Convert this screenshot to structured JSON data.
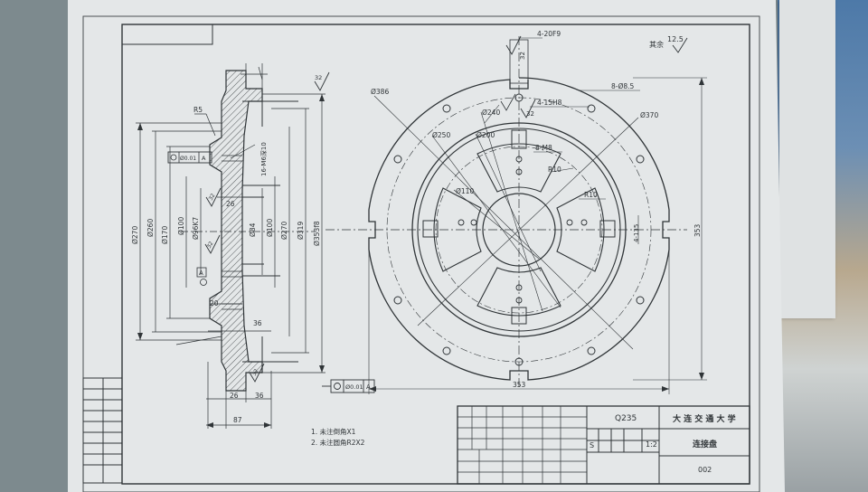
{
  "drawing": {
    "material": "Q235",
    "school": "大 连 交 通 大 学",
    "part_name": "连接盘",
    "drawing_no": "002",
    "scale": "1:2",
    "sheet_mark": "S",
    "roughness_other": "其余",
    "roughness_value": "12.5",
    "notes": [
      "1. 未注倒角X1",
      "2. 未注圆角R2X2"
    ]
  },
  "section_view": {
    "diameters": [
      "Ø270",
      "Ø260",
      "Ø170",
      "Ø100",
      "Ø96K7",
      "Ø84",
      "Ø100",
      "Ø270",
      "Ø319",
      "Ø353f8"
    ],
    "bolt_note": "16-M6深10",
    "lengths": [
      "26",
      "20",
      "36",
      "26",
      "36",
      "87"
    ],
    "radius": "R5",
    "tolerance_top": "Ø0.01",
    "tolerance_top_ref": "A",
    "tolerance_bottom": "Ø0.01",
    "tolerance_bottom_ref": "A",
    "datum": "A",
    "roughness": [
      "32",
      "32",
      "32",
      "32"
    ]
  },
  "front_view": {
    "labels": {
      "d386": "Ø386",
      "d250": "Ø250",
      "d240": "Ø240",
      "d200": "Ø200",
      "d110": "Ø110",
      "d370": "Ø370",
      "slot_top": "4-20F9",
      "holes_8": "8-Ø8.5",
      "holes_4": "4-15H8",
      "thread_8": "8-M8",
      "r10a": "R10",
      "r10b": "R10",
      "r32": "32",
      "r32b": "32",
      "side_135": "4-135",
      "height_353": "353",
      "width_353": "353"
    }
  },
  "colors": {
    "paper": "#e8ebec",
    "ink": "#2f3437",
    "frame": "#3a3f42"
  }
}
